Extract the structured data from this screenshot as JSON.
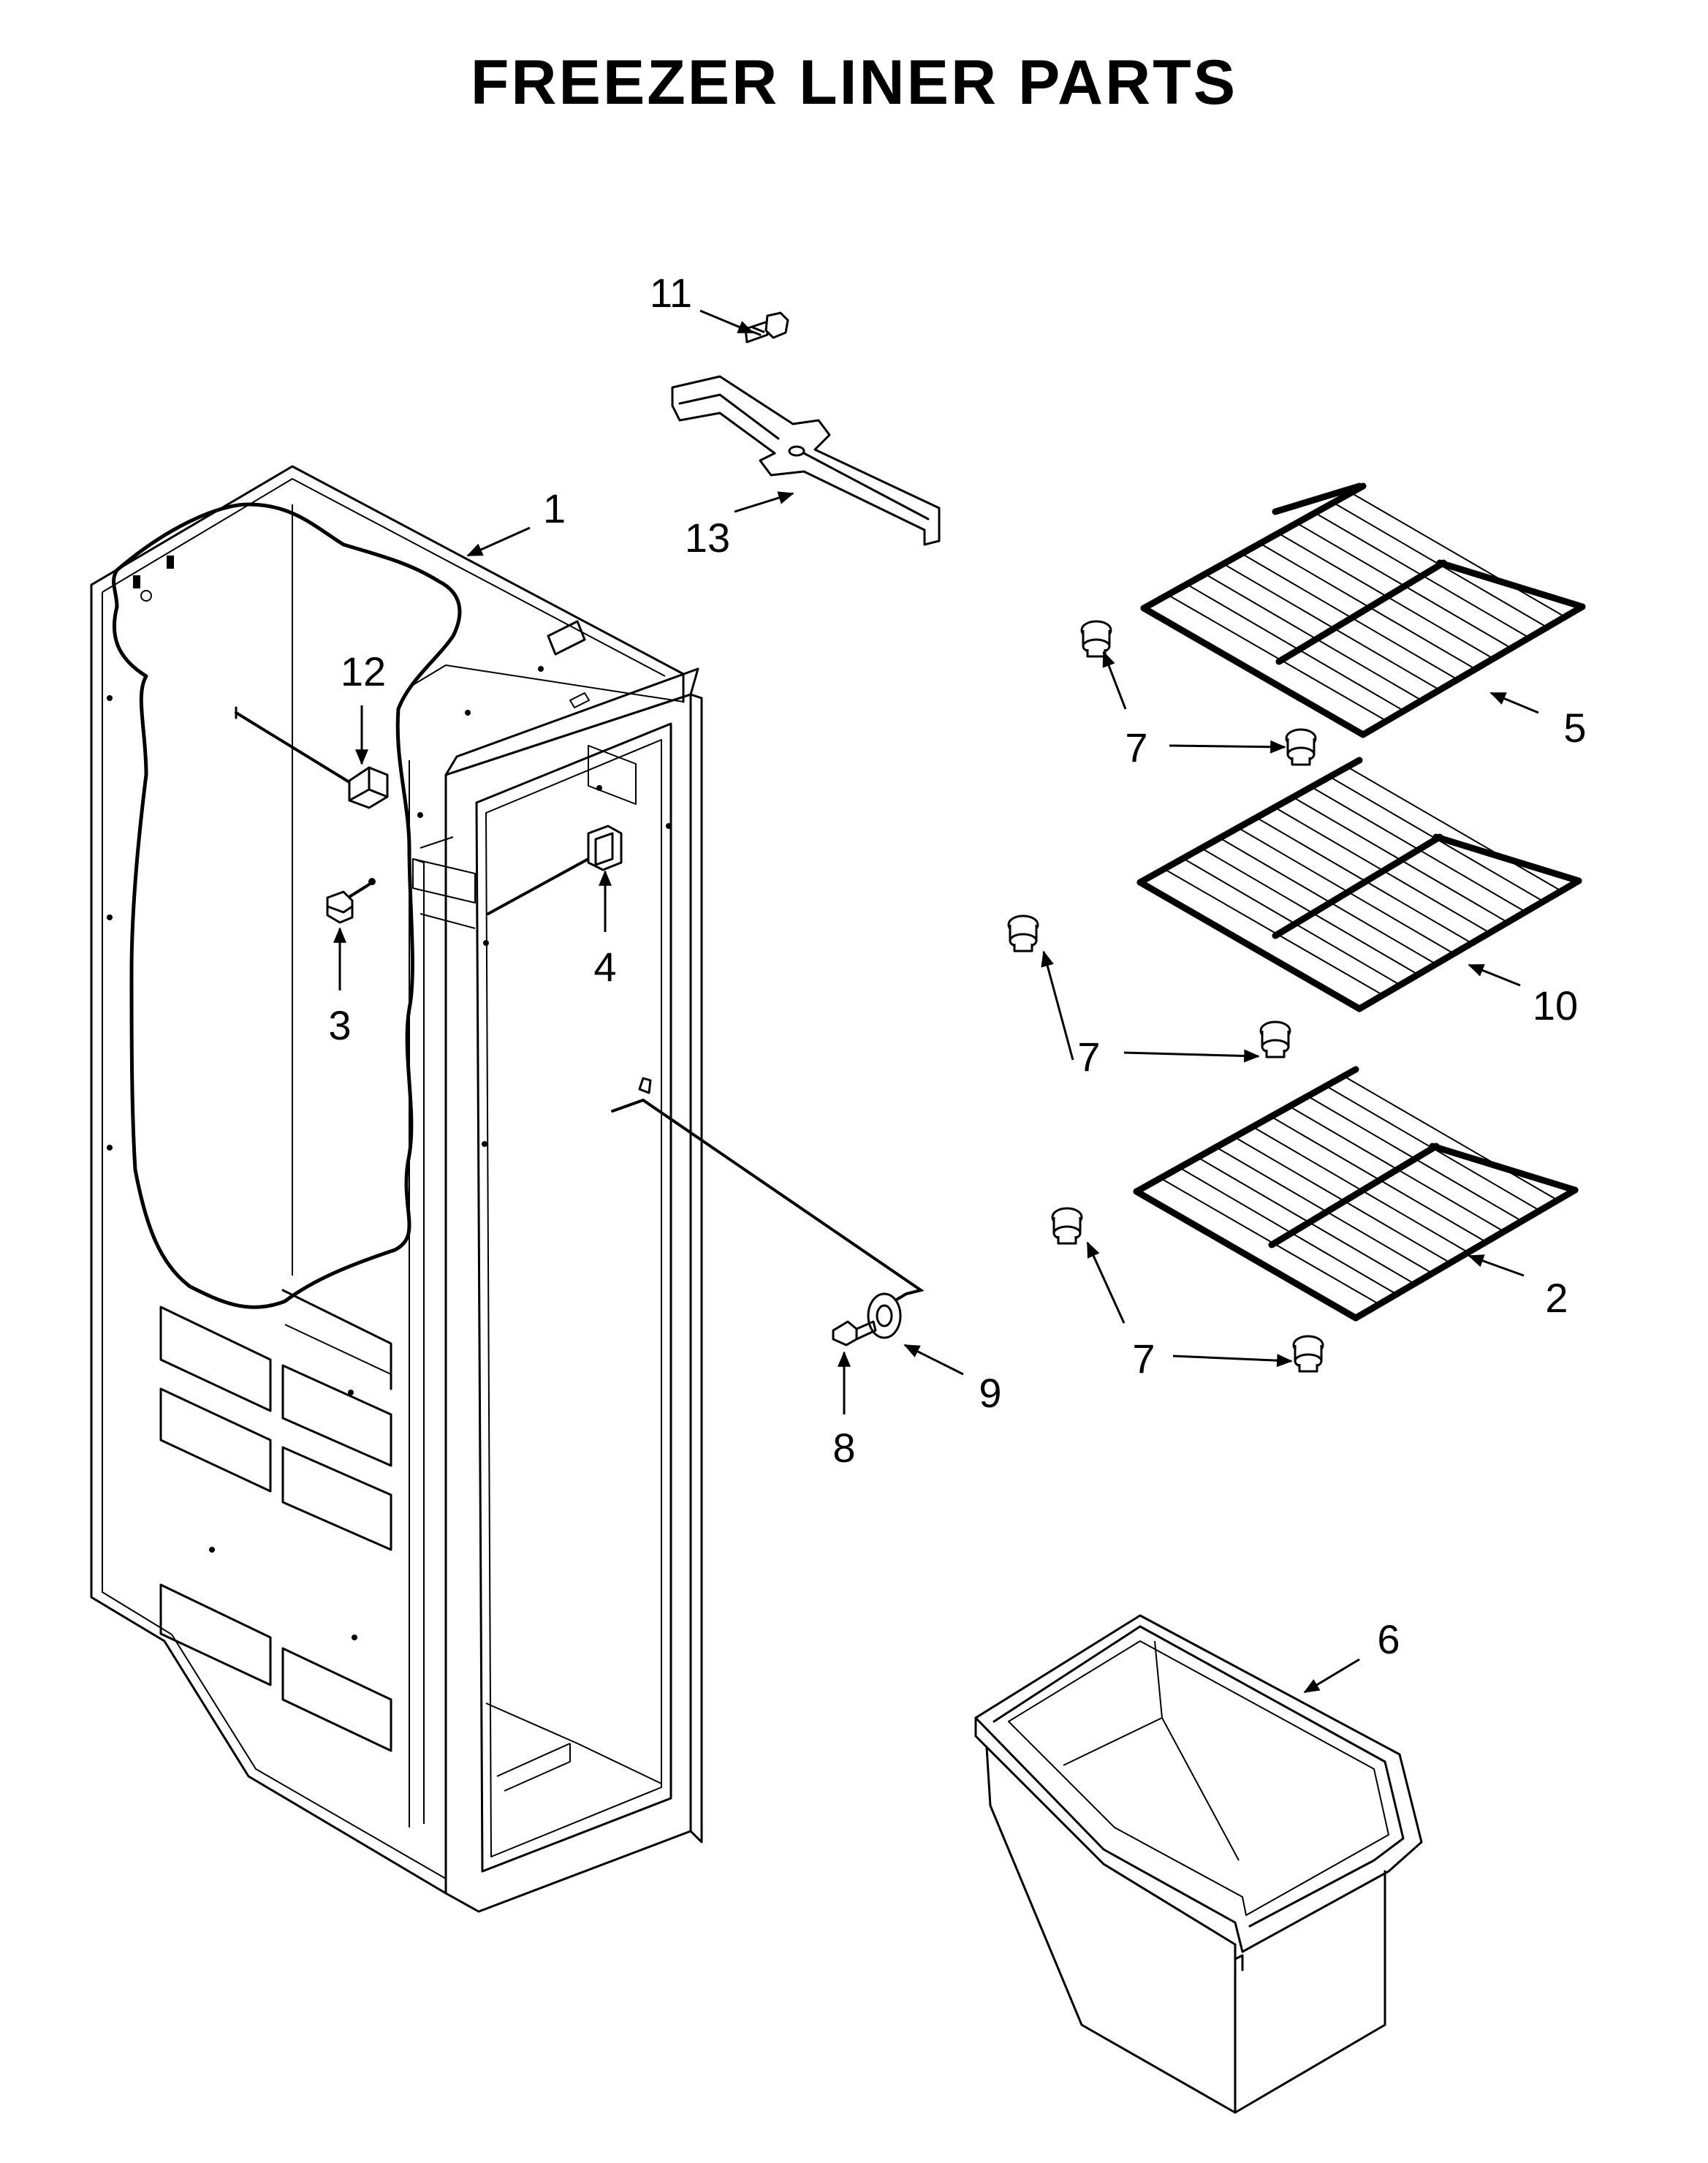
{
  "title": "FREEZER LINER PARTS",
  "callouts": {
    "c1": "1",
    "c2": "2",
    "c3": "3",
    "c4": "4",
    "c5": "5",
    "c6": "6",
    "c7a": "7",
    "c7b": "7",
    "c7c": "7",
    "c8": "8",
    "c9": "9",
    "c10": "10",
    "c11": "11",
    "c12": "12",
    "c13": "13"
  }
}
